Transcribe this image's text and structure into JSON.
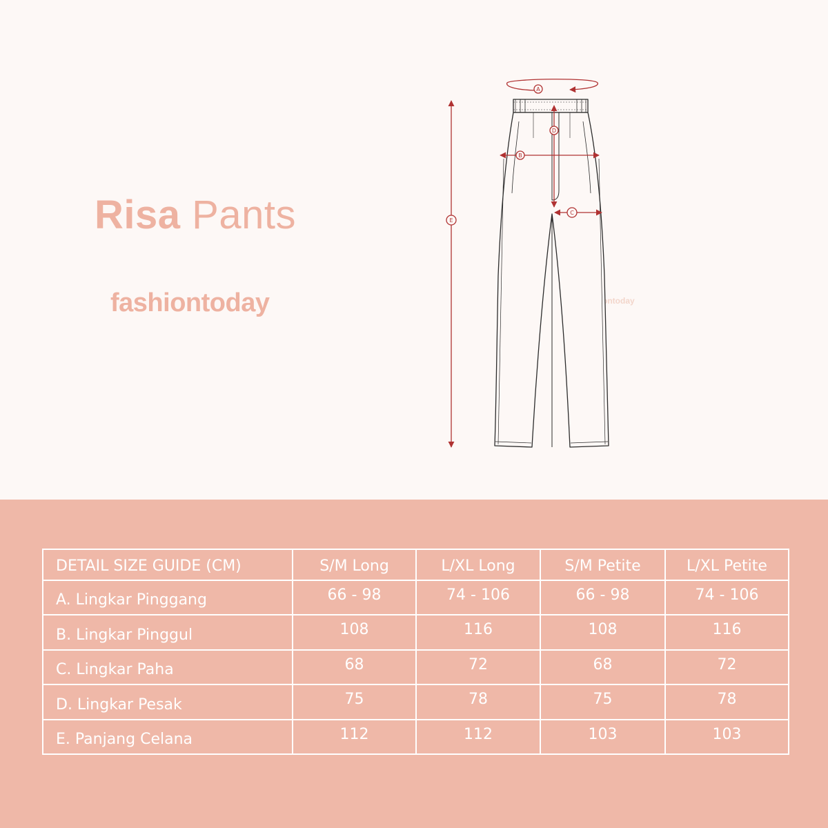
{
  "product": {
    "name_bold": "Risa",
    "name_light": "Pants",
    "brand": "fashiontoday",
    "watermark": "fashiontoday"
  },
  "diagram": {
    "labels": [
      "A",
      "B",
      "C",
      "D",
      "E"
    ],
    "stroke_color": "#b03232"
  },
  "size_table": {
    "header": "DETAIL SIZE GUIDE (CM)",
    "columns": [
      "S/M Long",
      "L/XL Long",
      "S/M Petite",
      "L/XL Petite"
    ],
    "rows": [
      {
        "label": "A. Lingkar Pinggang",
        "values": [
          "66 -  98",
          "74 - 106",
          "66 -  98",
          "74 - 106"
        ]
      },
      {
        "label": "B. Lingkar Pinggul",
        "values": [
          "108",
          "116",
          "108",
          "116"
        ]
      },
      {
        "label": "C. Lingkar Paha",
        "values": [
          "68",
          "72",
          "68",
          "72"
        ]
      },
      {
        "label": "D. Lingkar Pesak",
        "values": [
          "75",
          "78",
          "75",
          "78"
        ]
      },
      {
        "label": "E. Panjang Celana",
        "values": [
          "112",
          "112",
          "103",
          "103"
        ]
      }
    ]
  },
  "colors": {
    "top_bg": "#fdf8f6",
    "bottom_bg": "#efb8a8",
    "accent_text": "#eeb2a1",
    "measure_line": "#b03232"
  }
}
